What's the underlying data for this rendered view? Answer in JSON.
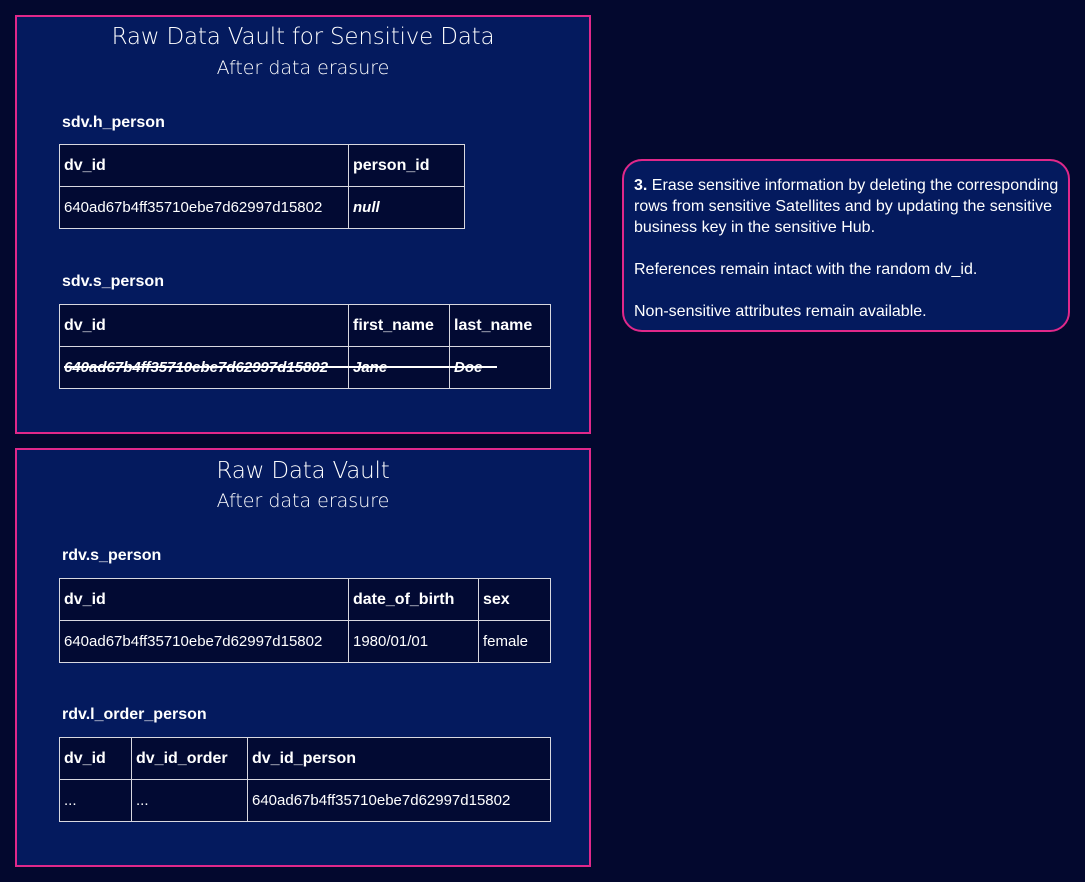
{
  "colors": {
    "page_background": "#03082e",
    "panel_background": "#041a5e",
    "panel_border": "#e0288a",
    "table_background": "#020a33",
    "table_border": "#d8d8e0",
    "text": "#ffffff"
  },
  "sensitive_vault": {
    "title": "Raw Data Vault for Sensitive Data",
    "subtitle": "After data erasure",
    "h_person": {
      "label": "sdv.h_person",
      "columns": [
        "dv_id",
        "person_id"
      ],
      "rows": [
        [
          "640ad67b4ff35710ebe7d62997d15802",
          "null"
        ]
      ]
    },
    "s_person": {
      "label": "sdv.s_person",
      "columns": [
        "dv_id",
        "first_name",
        "last_name"
      ],
      "rows": [
        [
          "640ad67b4ff35710ebe7d62997d15802",
          "Jane",
          "Doe"
        ]
      ],
      "row_status": "deleted"
    }
  },
  "raw_vault": {
    "title": "Raw Data Vault",
    "subtitle": "After data erasure",
    "s_person": {
      "label": "rdv.s_person",
      "columns": [
        "dv_id",
        "date_of_birth",
        "sex"
      ],
      "rows": [
        [
          "640ad67b4ff35710ebe7d62997d15802",
          "1980/01/01",
          "female"
        ]
      ]
    },
    "l_order_person": {
      "label": "rdv.l_order_person",
      "columns": [
        "dv_id",
        "dv_id_order",
        "dv_id_person"
      ],
      "rows": [
        [
          "...",
          "...",
          "640ad67b4ff35710ebe7d62997d15802"
        ]
      ]
    }
  },
  "note": {
    "step_number": "3.",
    "step_text": " Erase sensitive information by deleting the corresponding rows from sensitive Satellites and by updating the sensitive business key in the sensitive Hub.",
    "paragraph_2": "References remain intact with the random dv_id.",
    "paragraph_3": "Non-sensitive attributes remain available."
  }
}
